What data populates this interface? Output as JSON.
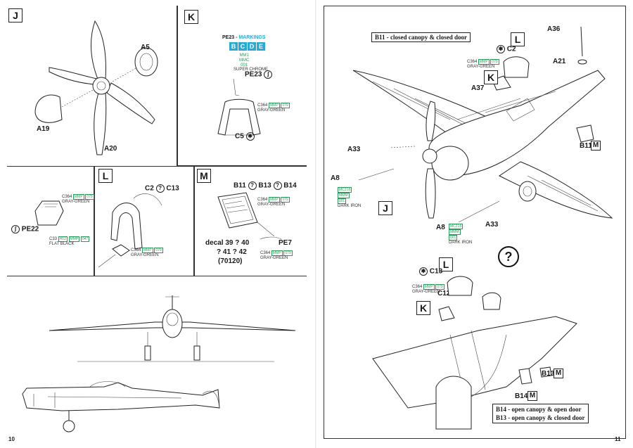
{
  "left_page": {
    "page_number": "10",
    "panels": {
      "J": {
        "step": "J",
        "labels": {
          "a5": "A5",
          "a19": "A19",
          "a20": "A20"
        }
      },
      "K": {
        "step": "K",
        "markings_prefix": "PE23 - ",
        "markings_word": "MARKINGS",
        "marking_letters": [
          "B",
          "C",
          "D",
          "E"
        ],
        "paint_top": [
          "MM1",
          "MMC",
          "001"
        ],
        "paint_top_name": "SUPER CHROME",
        "pe23": "PE23",
        "paint_mid_code": "C364",
        "paint_mid_chips": [
          "MMP",
          "079"
        ],
        "paint_mid_name": "GRAY-GREEN",
        "c5": "C5"
      },
      "row2_left": {
        "paint_code": "C364",
        "paint_chips": [
          "MMP",
          "079"
        ],
        "paint_name": "GRAY-GREEN",
        "pe22": "PE22",
        "paint2_code": "C33",
        "paint2_chips": [
          "H12",
          "MMP",
          "047"
        ],
        "paint2_name": "FLAT BLACK"
      },
      "L": {
        "step": "L",
        "c2": "C2",
        "c13": "C13",
        "paint_code": "C364",
        "paint_chips": [
          "MMP",
          "079"
        ],
        "paint_name": "GRAY-GREEN"
      },
      "M": {
        "step": "M",
        "b11": "B11",
        "b13": "B13",
        "b14": "B14",
        "paint_code": "C364",
        "paint_chips": [
          "MMP",
          "079"
        ],
        "paint_name": "GRAY-GREEN",
        "pe7": "PE7",
        "decal_line1": "decal 39 ? 40",
        "decal_line2": "? 41 ? 42",
        "decal_line3": "(70120)",
        "paint2_code": "C364",
        "paint2_chips": [
          "MMP",
          "079"
        ],
        "paint2_name": "GRAY-GREEN"
      }
    }
  },
  "right_page": {
    "page_number": "11",
    "top_note": "B11 - closed canopy & closed door",
    "labels": {
      "a36": "A36",
      "a21": "A21",
      "c2": "C2",
      "a37": "A37",
      "a33_left": "A33",
      "a8_left": "A8",
      "a8_bottom": "A8",
      "a33_bottom": "A33",
      "b11": "B11",
      "c13": "C13",
      "c12": "C12",
      "b13": "B13",
      "b14": "B14"
    },
    "step_refs": {
      "l_top": "L",
      "k_top": "K",
      "j": "J",
      "m_b11": "M",
      "l_bottom": "L",
      "k_bottom": "K",
      "m_b13": "M",
      "m_b14": "M"
    },
    "paints": {
      "gray_green_code": "C364",
      "gray_green_chips": [
        "MMP",
        "079"
      ],
      "gray_green_name": "GRAY-GREEN",
      "dark_iron_code": "MC218",
      "dark_iron_chips": [
        "MMM",
        "001"
      ],
      "dark_iron_name": "DARK IRON"
    },
    "question_mark": "?",
    "bottom_note_line1": "B14 - open canopy & open door",
    "bottom_note_line2": "B13 - open canopy & closed door"
  }
}
